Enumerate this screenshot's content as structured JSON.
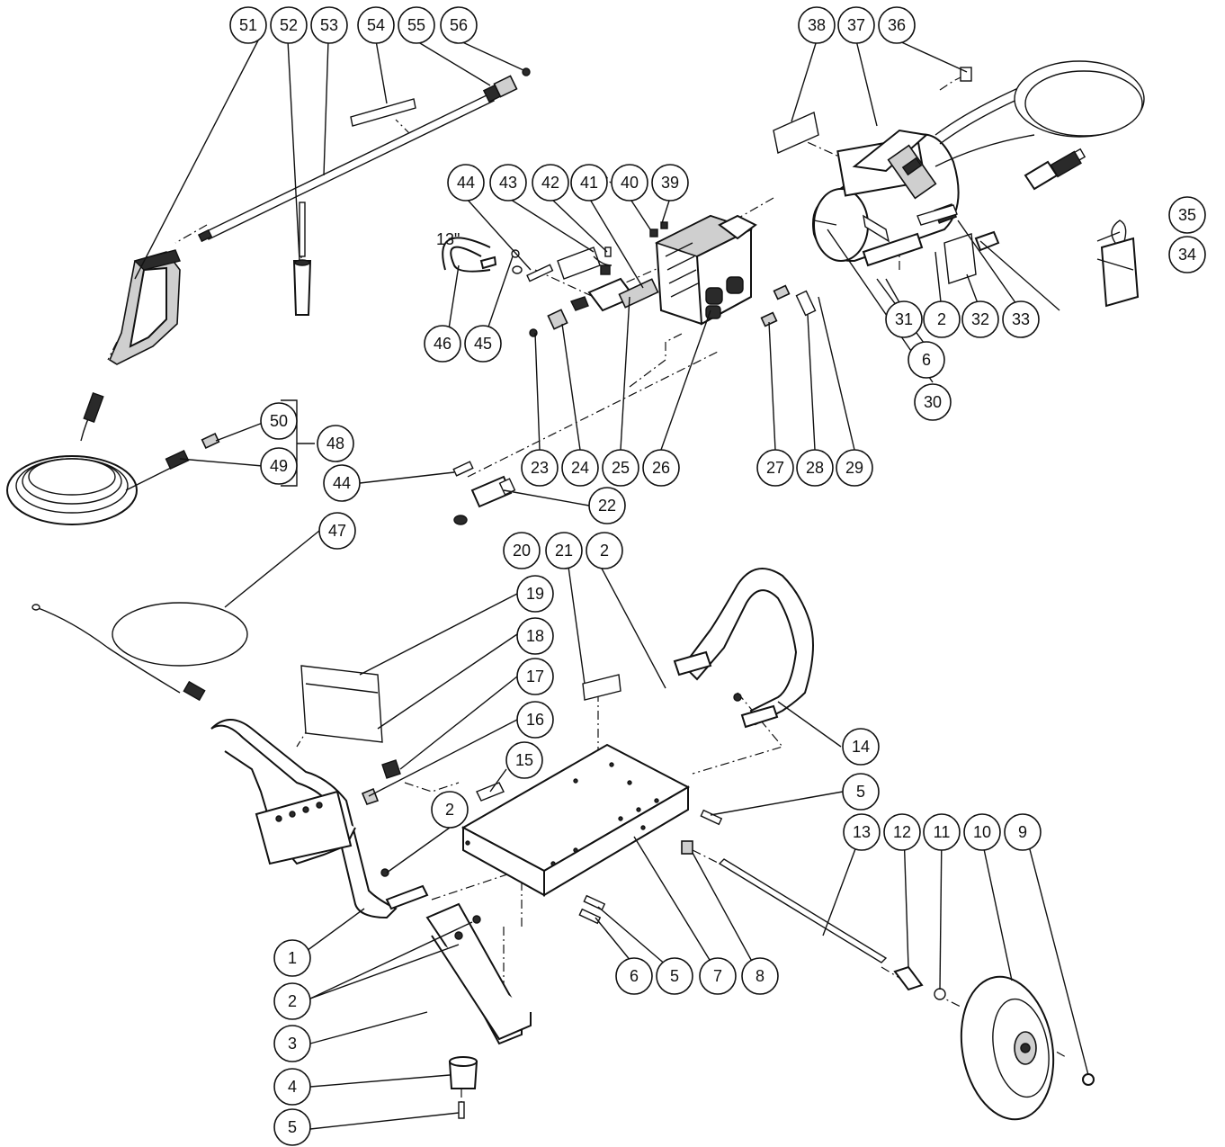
{
  "diagram": {
    "size_note": "13\"",
    "callouts": [
      {
        "id": "c51",
        "label": "51"
      },
      {
        "id": "c52",
        "label": "52"
      },
      {
        "id": "c53",
        "label": "53"
      },
      {
        "id": "c54",
        "label": "54"
      },
      {
        "id": "c55",
        "label": "55"
      },
      {
        "id": "c56",
        "label": "56"
      },
      {
        "id": "c38",
        "label": "38"
      },
      {
        "id": "c37",
        "label": "37"
      },
      {
        "id": "c36",
        "label": "36"
      },
      {
        "id": "c44a",
        "label": "44"
      },
      {
        "id": "c43",
        "label": "43"
      },
      {
        "id": "c42",
        "label": "42"
      },
      {
        "id": "c41",
        "label": "41"
      },
      {
        "id": "c40",
        "label": "40"
      },
      {
        "id": "c39",
        "label": "39"
      },
      {
        "id": "c35",
        "label": "35"
      },
      {
        "id": "c34",
        "label": "34"
      },
      {
        "id": "c31",
        "label": "31"
      },
      {
        "id": "c2a",
        "label": "2"
      },
      {
        "id": "c32",
        "label": "32"
      },
      {
        "id": "c33",
        "label": "33"
      },
      {
        "id": "c46",
        "label": "46"
      },
      {
        "id": "c45",
        "label": "45"
      },
      {
        "id": "c6a",
        "label": "6"
      },
      {
        "id": "c30",
        "label": "30"
      },
      {
        "id": "c50",
        "label": "50"
      },
      {
        "id": "c48",
        "label": "48"
      },
      {
        "id": "c49",
        "label": "49"
      },
      {
        "id": "c23",
        "label": "23"
      },
      {
        "id": "c24",
        "label": "24"
      },
      {
        "id": "c25",
        "label": "25"
      },
      {
        "id": "c26",
        "label": "26"
      },
      {
        "id": "c27",
        "label": "27"
      },
      {
        "id": "c28",
        "label": "28"
      },
      {
        "id": "c29",
        "label": "29"
      },
      {
        "id": "c44b",
        "label": "44"
      },
      {
        "id": "c22",
        "label": "22"
      },
      {
        "id": "c47",
        "label": "47"
      },
      {
        "id": "c20",
        "label": "20"
      },
      {
        "id": "c21",
        "label": "21"
      },
      {
        "id": "c2b",
        "label": "2"
      },
      {
        "id": "c19",
        "label": "19"
      },
      {
        "id": "c18",
        "label": "18"
      },
      {
        "id": "c17",
        "label": "17"
      },
      {
        "id": "c16",
        "label": "16"
      },
      {
        "id": "c14",
        "label": "14"
      },
      {
        "id": "c15",
        "label": "15"
      },
      {
        "id": "c5a",
        "label": "5"
      },
      {
        "id": "c2c",
        "label": "2"
      },
      {
        "id": "c13",
        "label": "13"
      },
      {
        "id": "c12",
        "label": "12"
      },
      {
        "id": "c11",
        "label": "11"
      },
      {
        "id": "c10",
        "label": "10"
      },
      {
        "id": "c9",
        "label": "9"
      },
      {
        "id": "c1",
        "label": "1"
      },
      {
        "id": "c6b",
        "label": "6"
      },
      {
        "id": "c5b",
        "label": "5"
      },
      {
        "id": "c7",
        "label": "7"
      },
      {
        "id": "c8",
        "label": "8"
      },
      {
        "id": "c2d",
        "label": "2"
      },
      {
        "id": "c3",
        "label": "3"
      },
      {
        "id": "c4",
        "label": "4"
      },
      {
        "id": "c5c",
        "label": "5"
      }
    ]
  }
}
